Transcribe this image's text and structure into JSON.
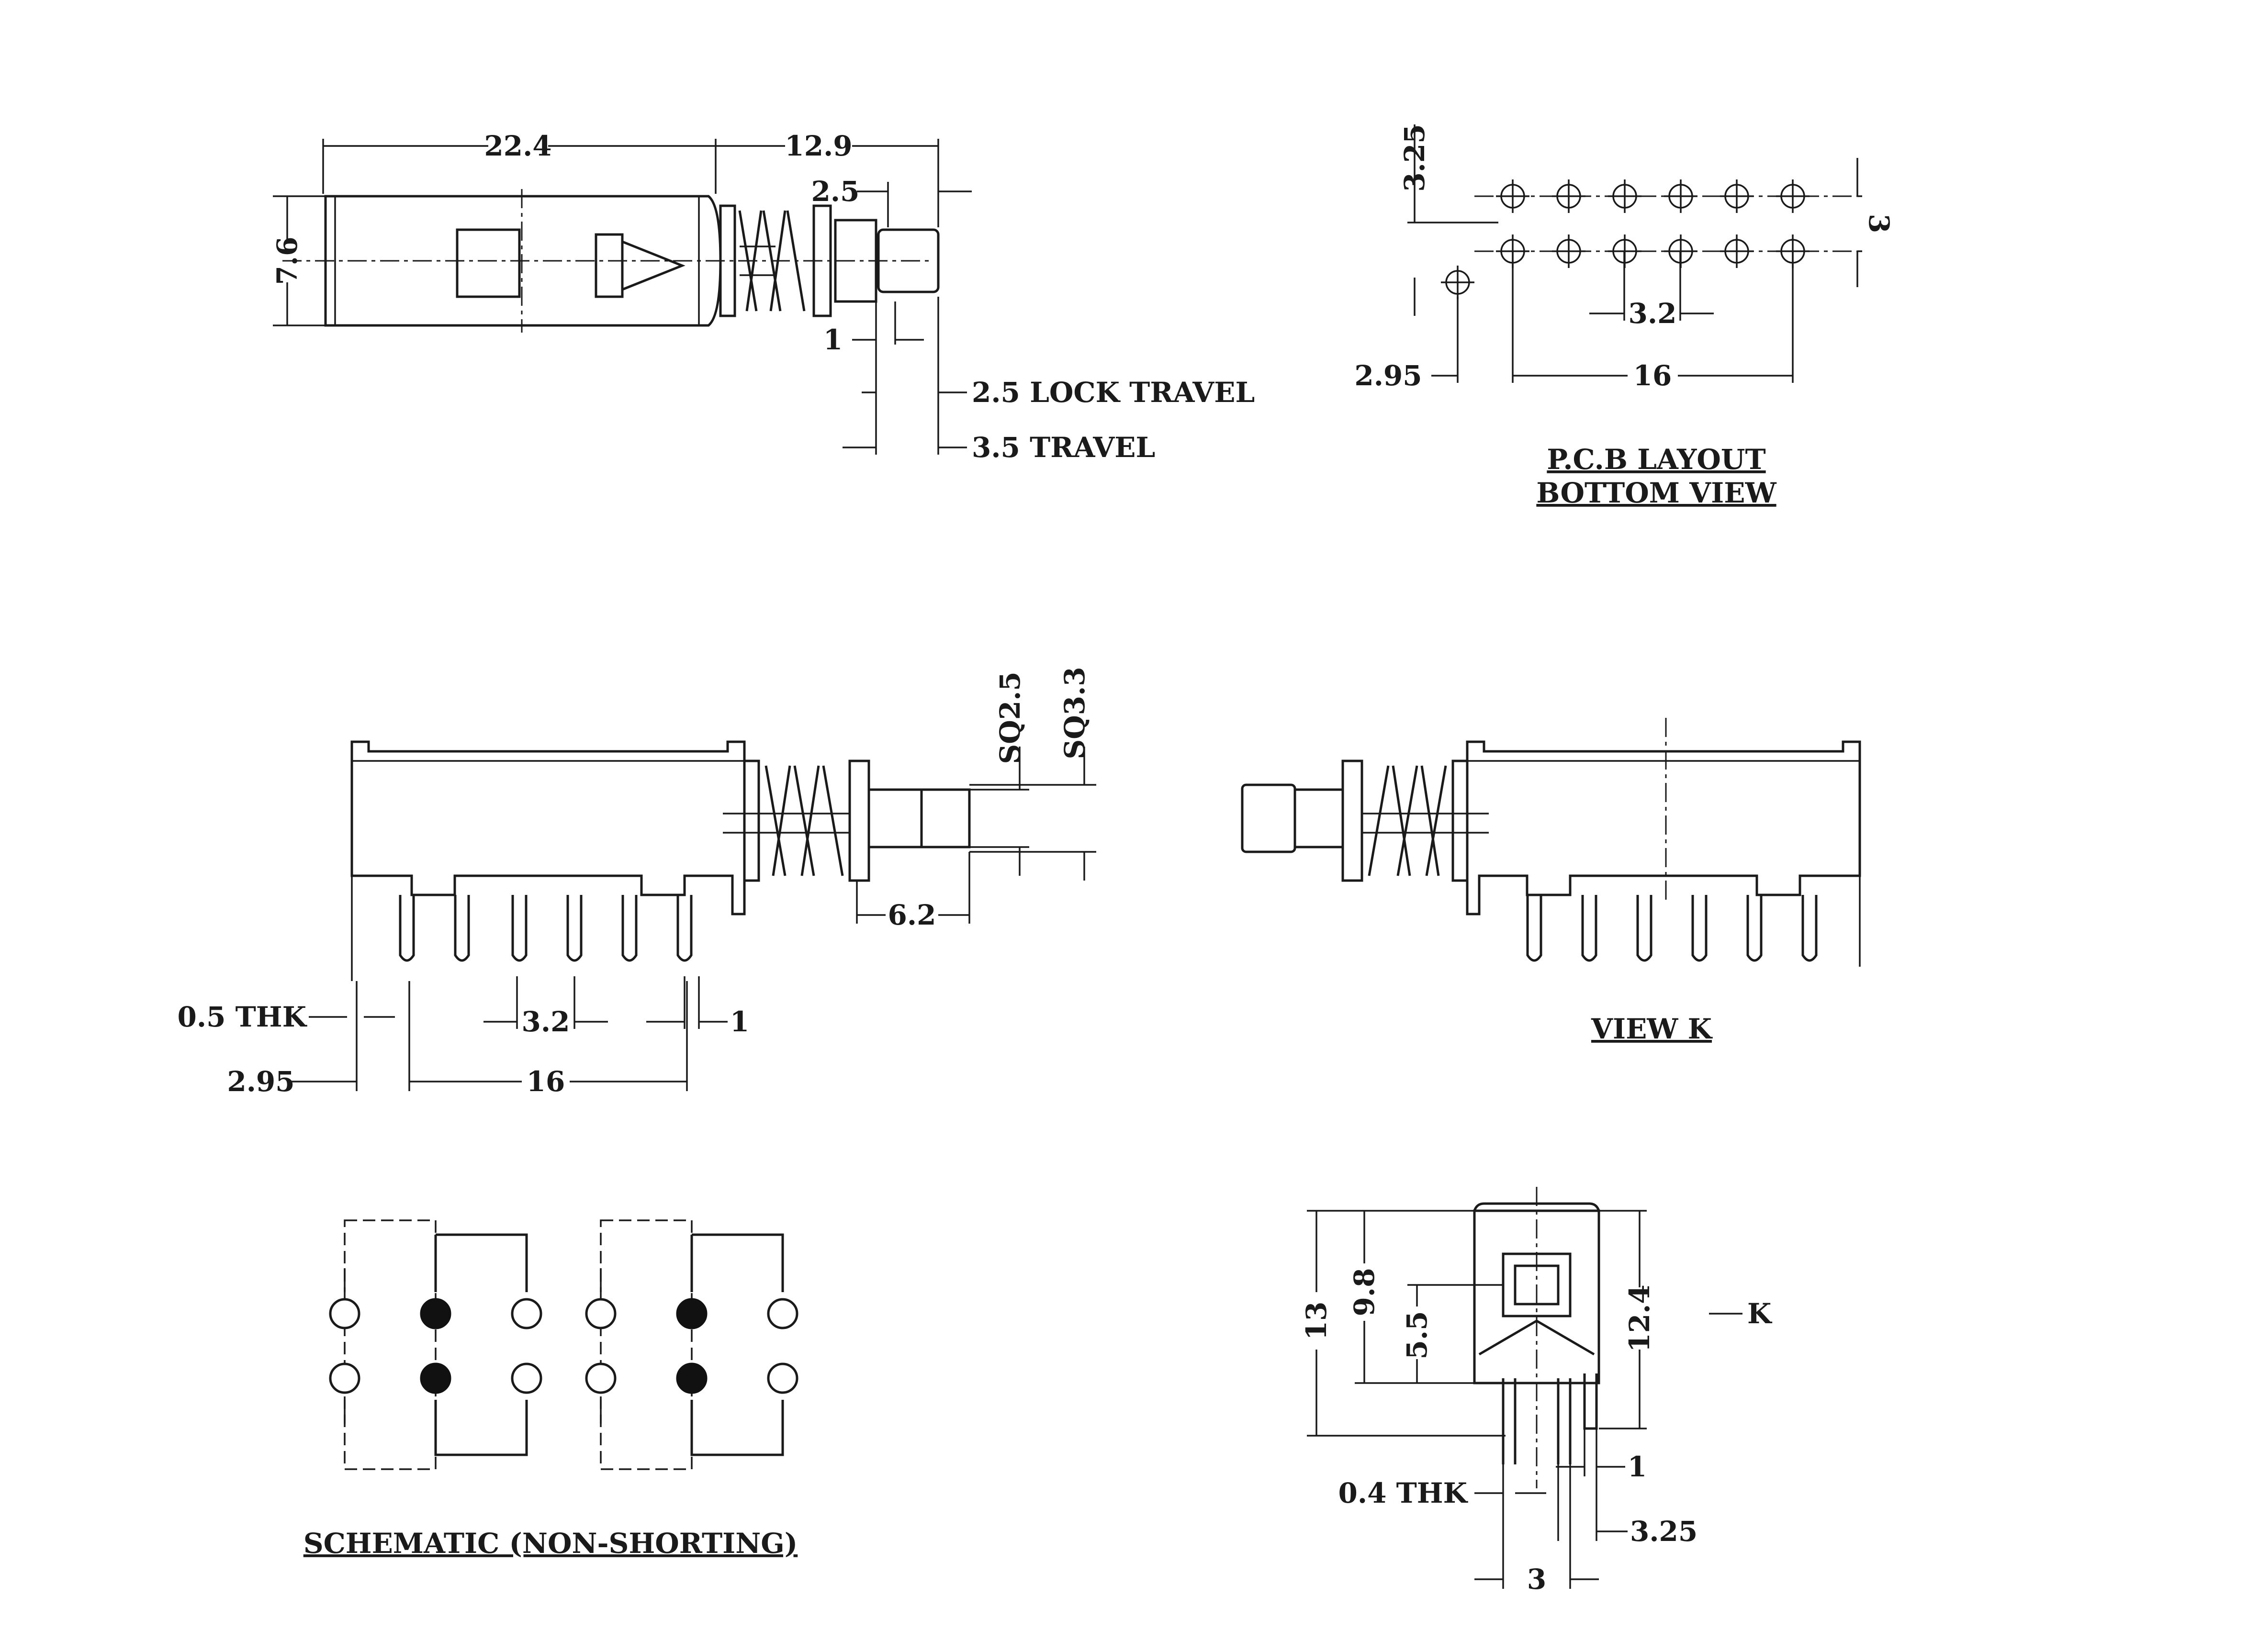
{
  "top_view": {
    "dims": {
      "body_length": "22.4",
      "plunger_length": "12.9",
      "plunger_head": "2.5",
      "height": "7.6",
      "gap": "1",
      "lock_travel": "2.5 LOCK TRAVEL",
      "travel": "3.5 TRAVEL"
    }
  },
  "pcb_layout": {
    "title_line1": "P.C.B LAYOUT",
    "title_line2": "BOTTOM VIEW",
    "dims": {
      "row_offset": "3.25",
      "row_pitch": "3",
      "pin_pitch": "3.2",
      "pin_span": "16",
      "mount_offset": "2.95"
    }
  },
  "side_view": {
    "dims": {
      "plunger_sq_small": "SQ2.5",
      "plunger_sq_large": "SQ3.3",
      "plunger_ext": "6.2",
      "pin_thickness": "0.5 THK",
      "pin_pitch": "3.2",
      "pin_width": "1",
      "mount_offset": "2.95",
      "pin_span": "16"
    }
  },
  "view_k": {
    "title": "VIEW K"
  },
  "schematic": {
    "title": "SCHEMATIC (NON-SHORTING)"
  },
  "end_view": {
    "dims": {
      "total_height": "13",
      "body_height": "9.8",
      "center_height": "5.5",
      "right_height": "12.4",
      "view_marker": "K",
      "pin_width": "1",
      "pin_thickness": "0.4 THK",
      "pin_offset": "3.25",
      "row_pitch": "3"
    }
  }
}
